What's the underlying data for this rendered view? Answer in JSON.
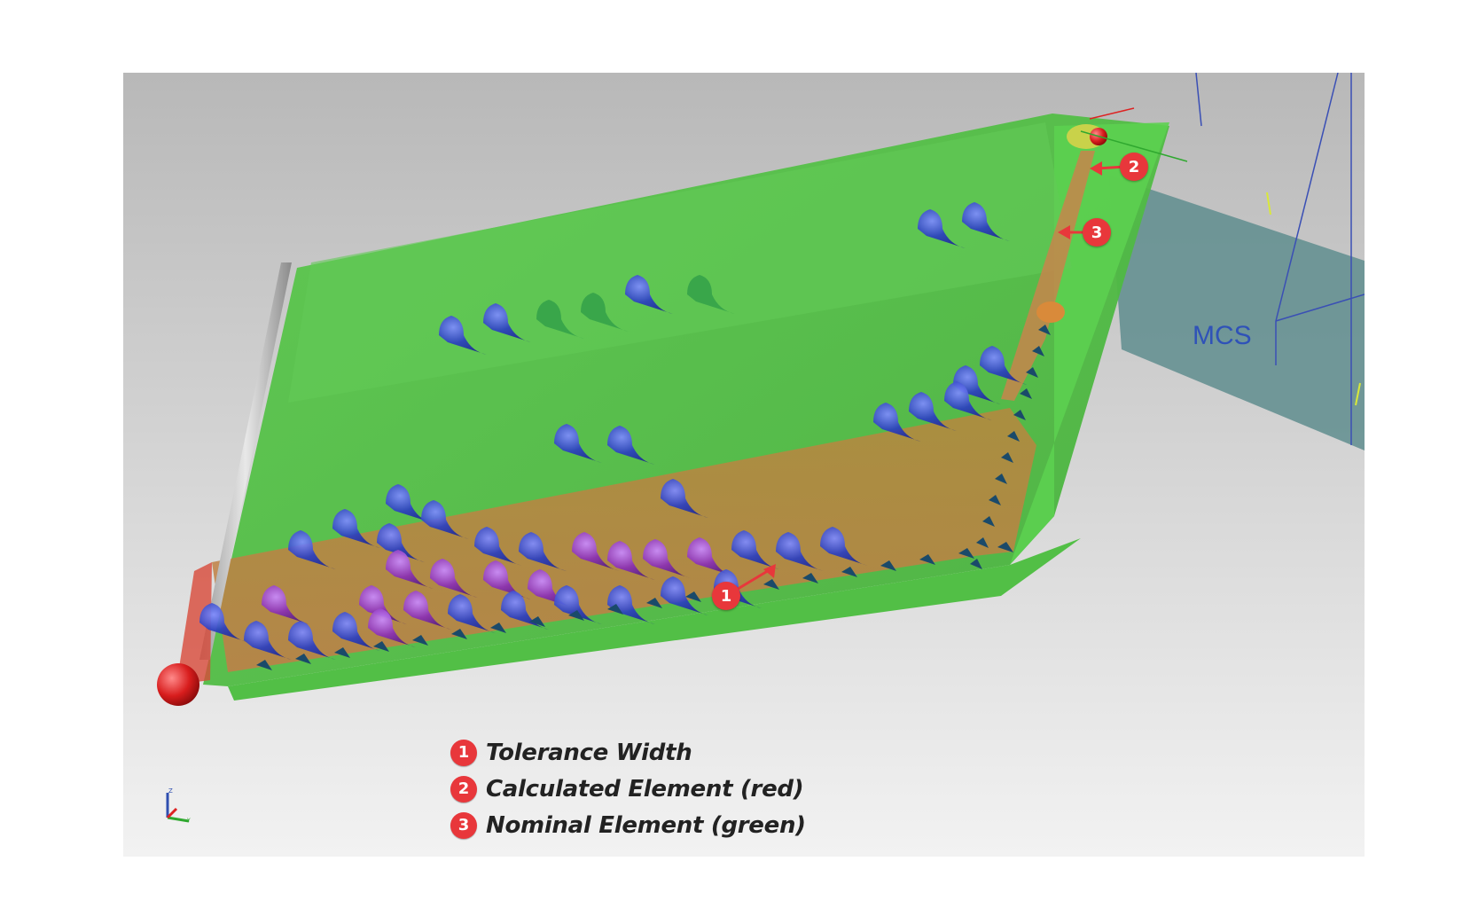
{
  "scene": {
    "coordinate_system_label": "MCS",
    "colors": {
      "background_top": "#b8b8b8",
      "background_bottom": "#f0f0f0",
      "surface_green": "#52bf46",
      "tolerance_orange": "#c9894a",
      "mcs_blue": "#2f52b8",
      "callout_red": "#e8373b",
      "cone_blue": "#2b3fc0",
      "cone_purple": "#8a2fb5"
    },
    "callouts": [
      {
        "number": "1"
      },
      {
        "number": "2"
      },
      {
        "number": "3"
      }
    ]
  },
  "legend": {
    "items": [
      {
        "number": "1",
        "label": "Tolerance Width"
      },
      {
        "number": "2",
        "label": "Calculated Element (red)"
      },
      {
        "number": "3",
        "label": "Nominal Element (green)"
      }
    ]
  },
  "axis_triad": {
    "labels": [
      "Z",
      "Y"
    ]
  }
}
